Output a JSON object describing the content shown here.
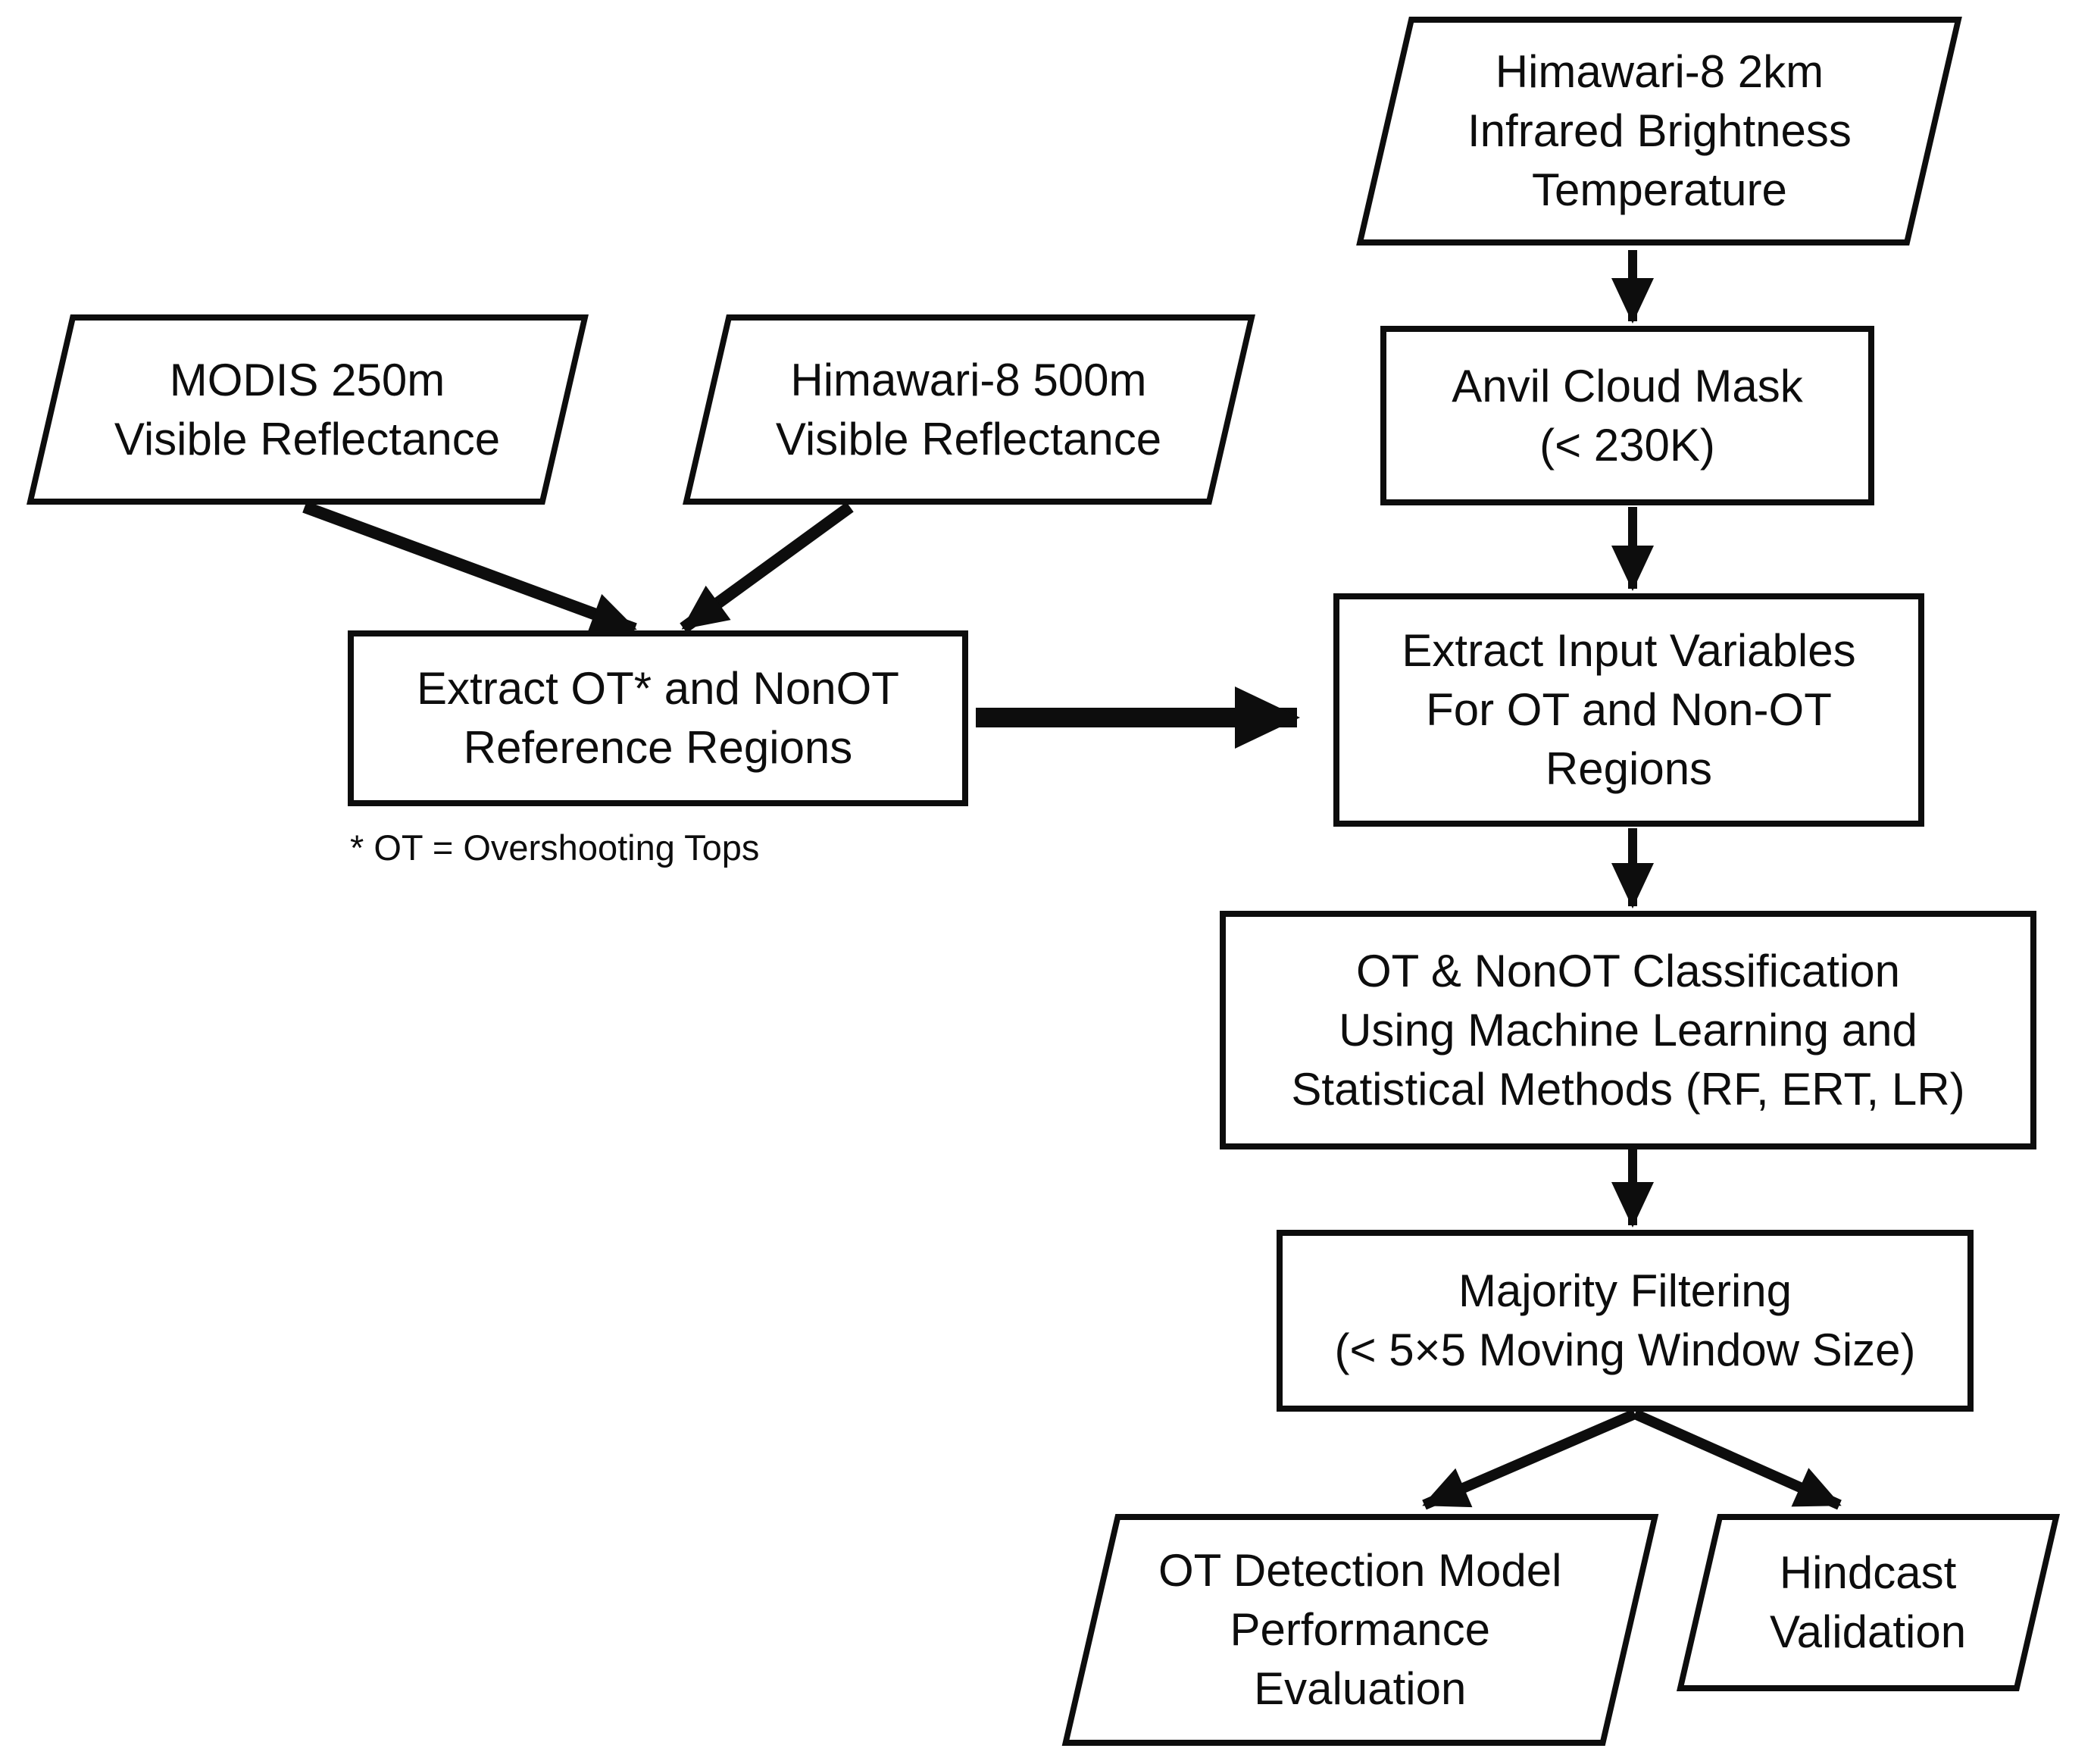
{
  "canvas": {
    "background_color": "#ffffff",
    "ink_color": "#0d0d0d"
  },
  "nodes": {
    "himawari_ir": {
      "shape": "parallelogram",
      "role": "input",
      "label": "Himawari-8 2km\nInfrared Brightness\nTemperature"
    },
    "modis": {
      "shape": "parallelogram",
      "role": "input",
      "label": "MODIS 250m\nVisible Reflectance"
    },
    "himawari_vis": {
      "shape": "parallelogram",
      "role": "input",
      "label": "Himawari-8 500m\nVisible Reflectance"
    },
    "anvil_mask": {
      "shape": "rectangle",
      "role": "process",
      "label": "Anvil Cloud Mask\n(< 230K)"
    },
    "extract_reference": {
      "shape": "rectangle",
      "role": "process",
      "label": "Extract OT* and NonOT\nReference Regions"
    },
    "extract_inputs": {
      "shape": "rectangle",
      "role": "process",
      "label": "Extract Input Variables\nFor OT and Non-OT\nRegions"
    },
    "classification": {
      "shape": "rectangle",
      "role": "process",
      "label": "OT & NonOT Classification\nUsing Machine Learning and\nStatistical Methods (RF, ERT, LR)"
    },
    "majority_filtering": {
      "shape": "rectangle",
      "role": "process",
      "label": "Majority Filtering\n(< 5×5 Moving Window Size)"
    },
    "evaluation": {
      "shape": "parallelogram",
      "role": "output",
      "label": "OT Detection Model\nPerformance\nEvaluation"
    },
    "hindcast": {
      "shape": "parallelogram",
      "role": "output",
      "label": "Hindcast\nValidation"
    }
  },
  "footnote": "* OT = Overshooting Tops",
  "edges": [
    {
      "from": "himawari_ir",
      "to": "anvil_mask",
      "style": "normal"
    },
    {
      "from": "anvil_mask",
      "to": "extract_inputs",
      "style": "normal"
    },
    {
      "from": "modis",
      "to": "extract_reference",
      "style": "normal"
    },
    {
      "from": "himawari_vis",
      "to": "extract_reference",
      "style": "normal"
    },
    {
      "from": "extract_reference",
      "to": "extract_inputs",
      "style": "thick"
    },
    {
      "from": "extract_inputs",
      "to": "classification",
      "style": "normal"
    },
    {
      "from": "classification",
      "to": "majority_filtering",
      "style": "normal"
    },
    {
      "from": "majority_filtering",
      "to": "evaluation",
      "style": "normal"
    },
    {
      "from": "majority_filtering",
      "to": "hindcast",
      "style": "normal"
    }
  ]
}
